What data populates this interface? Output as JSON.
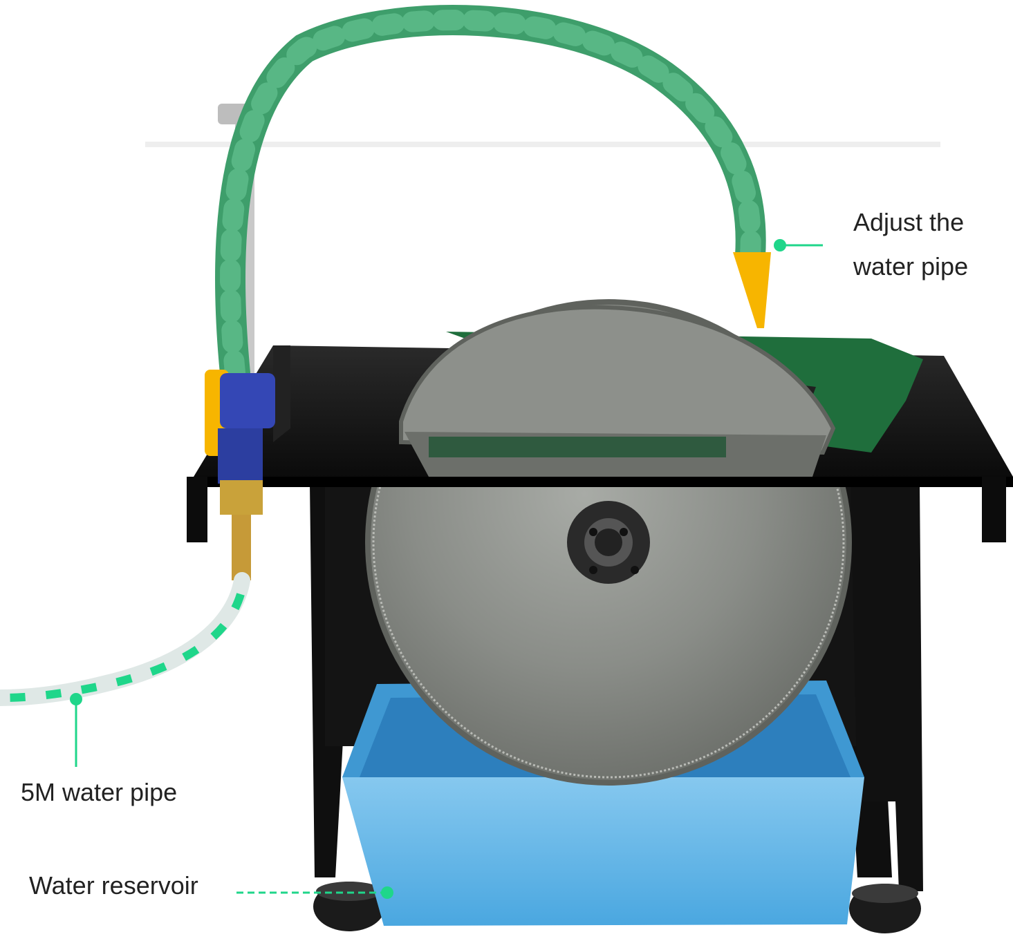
{
  "labels": {
    "adjust_line1": "Adjust the",
    "adjust_line2": "water pipe",
    "pipe": "5M water pipe",
    "reservoir": "Water reservoir"
  },
  "colors": {
    "accent_green": "#1fd68a",
    "hose_green": "#3e9e6b",
    "tray_blue": "#5fb3e6",
    "nozzle_yellow": "#f7b500",
    "valve_blue": "#3447b5",
    "machine_black": "#111111",
    "blade_gray": "#8a8d88"
  }
}
